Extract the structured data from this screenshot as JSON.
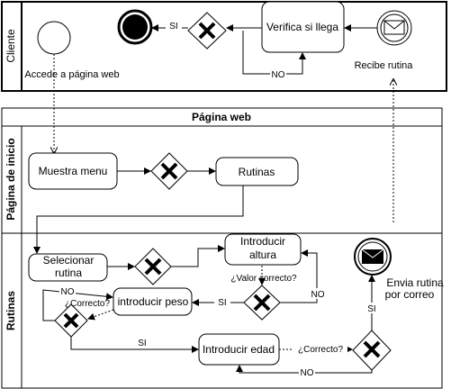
{
  "pools": {
    "cliente": {
      "label": "Cliente"
    },
    "pagina_web": {
      "title": "Página web",
      "lanes": {
        "inicio": "Página de inicio",
        "rutinas": "Rutinas"
      }
    }
  },
  "cliente": {
    "start_label": "Accede a página web",
    "verify_task": "Verifica si llega",
    "message_label": "Recibe rutina",
    "flow_si": "SI",
    "flow_no": "NO"
  },
  "inicio": {
    "task_menu": "Muestra menu",
    "task_rutinas": "Rutinas"
  },
  "rutinas": {
    "task_select_line1": "Selecionar",
    "task_select_line2": "rutina",
    "task_altura_line1": "Introducir",
    "task_altura_line2": "altura",
    "question_valor": "¿Valor correcto?",
    "task_peso": "introducir peso",
    "question_correcto": "¿Correcto?",
    "question_correcto2": "¿Correcto?",
    "task_edad": "Introducir edad",
    "end_label_line1": "Envia rutina",
    "end_label_line2": "por correo",
    "si": "SI",
    "no": "NO"
  }
}
